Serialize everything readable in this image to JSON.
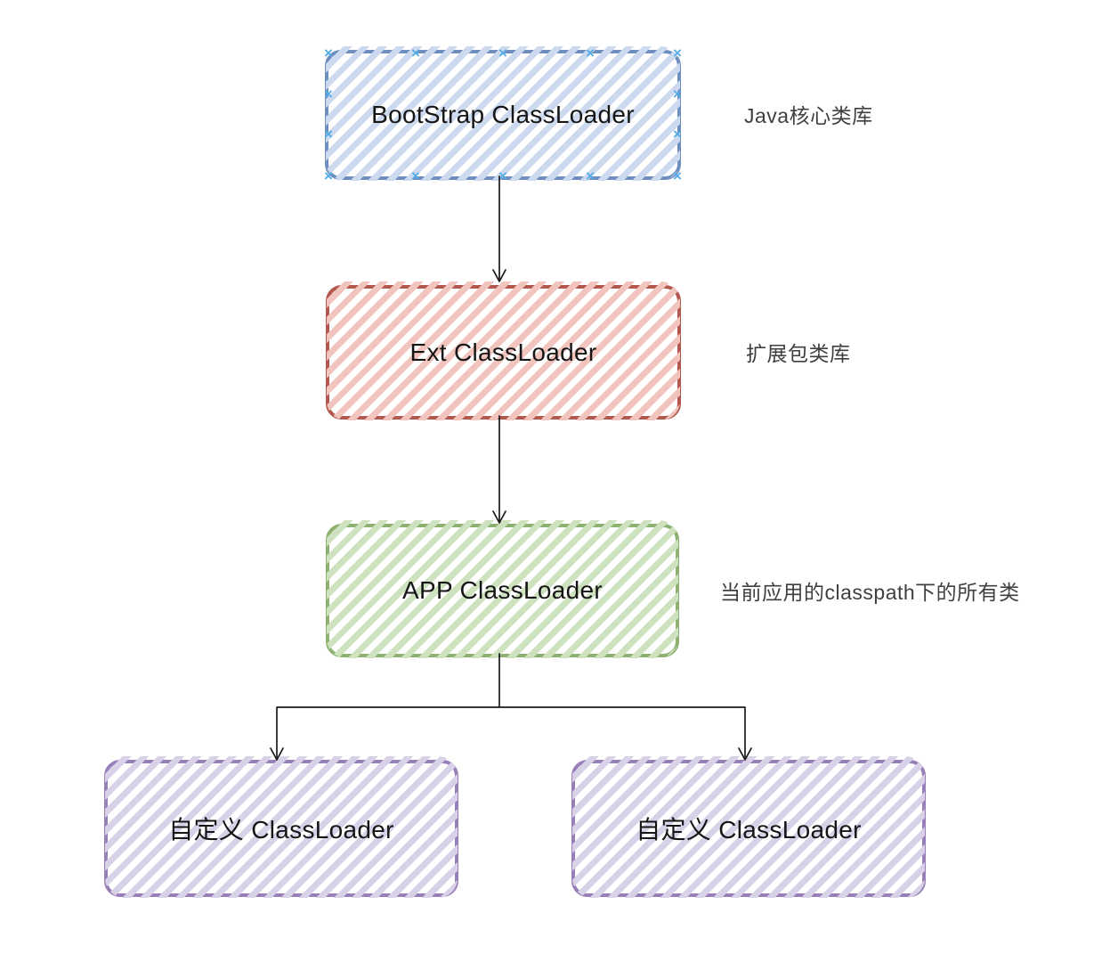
{
  "canvas": {
    "background": "#ffffff"
  },
  "icons": {
    "selection_handle_glyph": "×",
    "selection_handle_color": "#54ace6"
  },
  "connectors": {
    "stroke_color": "#1a1a1a"
  },
  "nodes": [
    {
      "id": "bootstrap-classloader",
      "label": "BootStrap ClassLoader",
      "border_color": "#6d8ebe",
      "hatch_color": "#cdd9ee",
      "selected": true
    },
    {
      "id": "ext-classloader",
      "label": "Ext ClassLoader",
      "border_color": "#b3584e",
      "hatch_color": "#f2c4be",
      "selected": false
    },
    {
      "id": "app-classloader",
      "label": "APP ClassLoader",
      "border_color": "#8db170",
      "hatch_color": "#cfe2c0",
      "selected": false
    },
    {
      "id": "custom-classloader-left",
      "label": "自定义 ClassLoader",
      "border_color": "#997fb7",
      "hatch_color": "#d8d2e8",
      "selected": false
    },
    {
      "id": "custom-classloader-right",
      "label": "自定义 ClassLoader",
      "border_color": "#997fb7",
      "hatch_color": "#d8d2e8",
      "selected": false
    }
  ],
  "annotations": [
    {
      "id": "bootstrap-note",
      "text": "Java核心类库"
    },
    {
      "id": "ext-note",
      "text": "扩展包类库"
    },
    {
      "id": "app-note",
      "text": "当前应用的classpath下的所有类"
    }
  ]
}
